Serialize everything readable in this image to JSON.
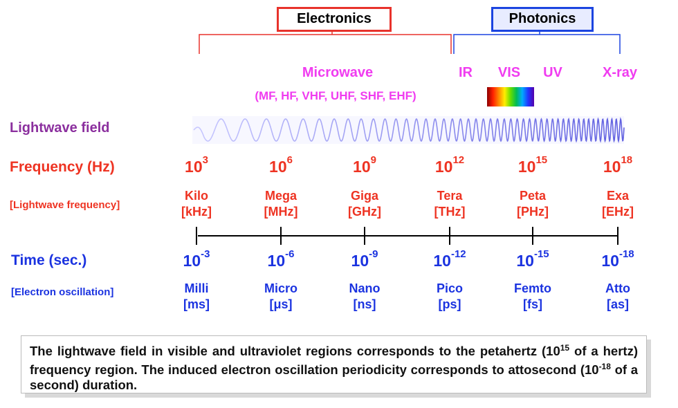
{
  "header": {
    "electronics_label": "Electronics",
    "photonics_label": "Photonics",
    "electronics_color": "#e8322b",
    "photonics_color": "#1b44e0"
  },
  "spectrum": {
    "microwave": "Microwave",
    "microwave_bands": "(MF, HF, VHF, UHF, SHF, EHF)",
    "ir": "IR",
    "vis": "VIS",
    "uv": "UV",
    "xray": "X-ray"
  },
  "rows": {
    "lightwave_field": "Lightwave field",
    "frequency": "Frequency (Hz)",
    "frequency_sub": "[Lightwave frequency]",
    "time": "Time (sec.)",
    "time_sub": "[Electron oscillation]"
  },
  "frequency_ticks": [
    {
      "base": "10",
      "exp": "3",
      "prefix": "Kilo",
      "unit": "[kHz]"
    },
    {
      "base": "10",
      "exp": "6",
      "prefix": "Mega",
      "unit": "[MHz]"
    },
    {
      "base": "10",
      "exp": "9",
      "prefix": "Giga",
      "unit": "[GHz]"
    },
    {
      "base": "10",
      "exp": "12",
      "prefix": "Tera",
      "unit": "[THz]"
    },
    {
      "base": "10",
      "exp": "15",
      "prefix": "Peta",
      "unit": "[PHz]"
    },
    {
      "base": "10",
      "exp": "18",
      "prefix": "Exa",
      "unit": "[EHz]"
    }
  ],
  "time_ticks": [
    {
      "base": "10",
      "exp": "-3",
      "prefix": "Milli",
      "unit": "[ms]"
    },
    {
      "base": "10",
      "exp": "-6",
      "prefix": "Micro",
      "unit": "[μs]"
    },
    {
      "base": "10",
      "exp": "-9",
      "prefix": "Nano",
      "unit": "[ns]"
    },
    {
      "base": "10",
      "exp": "-12",
      "prefix": "Pico",
      "unit": "[ps]"
    },
    {
      "base": "10",
      "exp": "-15",
      "prefix": "Femto",
      "unit": "[fs]"
    },
    {
      "base": "10",
      "exp": "-18",
      "prefix": "Atto",
      "unit": "[as]"
    }
  ],
  "caption": {
    "p1": "The lightwave field in visible and ultraviolet regions corresponds to the petahertz (10",
    "s1": "15",
    "p2": " of a hertz) frequency region. The induced electron oscillation periodicity corresponds to attosecond (10",
    "s2": "-18",
    "p3": " of a second) duration."
  }
}
